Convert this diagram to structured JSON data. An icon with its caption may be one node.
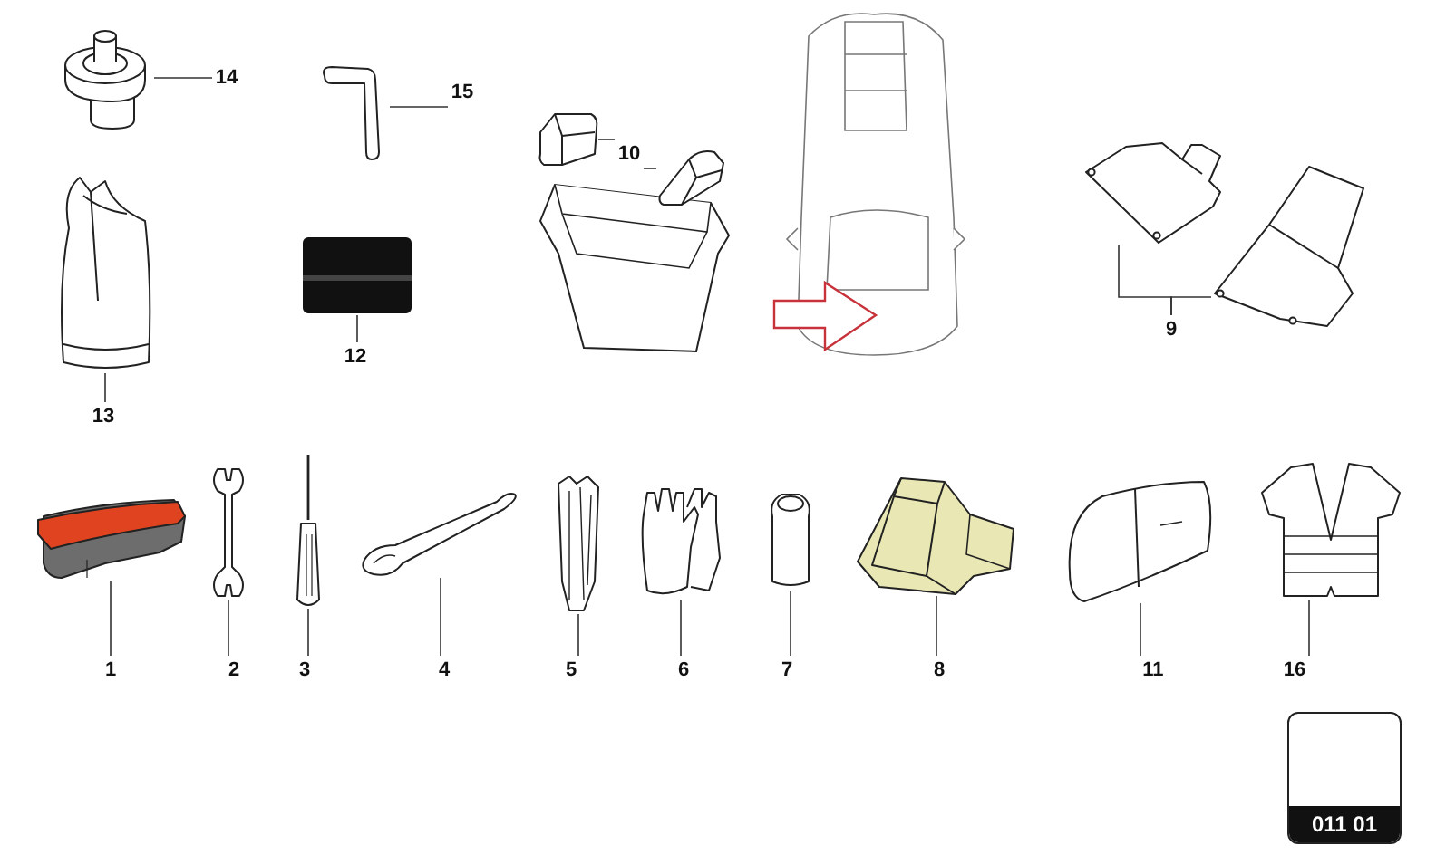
{
  "diagram": {
    "nodes": [
      {
        "text": [
          "14"
        ]
      },
      {
        "text": [],
        "shape": "picture"
      },
      {
        "text": [
          "15"
        ]
      },
      {
        "text": [],
        "shape": "picture"
      },
      {
        "text": [
          "10"
        ]
      },
      {
        "text": [],
        "shape": "picture"
      },
      {
        "text": [],
        "shape": "picture"
      },
      {
        "text": [
          "9"
        ]
      },
      {
        "text": [],
        "shape": "picture"
      },
      {
        "text": [],
        "shape": "picture"
      },
      {
        "text": [
          "13"
        ]
      },
      {
        "text": [],
        "shape": "picture"
      },
      {
        "text": [
          "12"
        ]
      },
      {
        "text": [],
        "shape": "picture"
      },
      {
        "text": [
          "1"
        ]
      },
      {
        "text": [],
        "shape": "picture"
      },
      {
        "text": [
          "2"
        ]
      },
      {
        "text": [],
        "shape": "picture"
      },
      {
        "text": [
          "3"
        ]
      },
      {
        "text": [],
        "shape": "picture"
      },
      {
        "text": [
          "4"
        ]
      },
      {
        "text": [],
        "shape": "picture"
      },
      {
        "text": [
          "5"
        ]
      },
      {
        "text": [],
        "shape": "picture"
      },
      {
        "text": [
          "6"
        ]
      },
      {
        "text": [],
        "shape": "picture"
      },
      {
        "text": [
          "7"
        ]
      },
      {
        "text": [],
        "shape": "picture"
      },
      {
        "text": [
          "8"
        ]
      },
      {
        "text": [],
        "shape": "picture"
      },
      {
        "text": [
          "11"
        ]
      },
      {
        "text": [],
        "shape": "picture"
      },
      {
        "text": [
          "16"
        ]
      },
      {
        "text": [],
        "shape": "picture"
      },
      {
        "text": [
          "011 01"
        ]
      }
    ],
    "edges": [
      {
        "from": 0,
        "to": 1,
        "arrow": "none"
      },
      {
        "from": 2,
        "to": 3,
        "arrow": "none"
      },
      {
        "from": 4,
        "to": 5,
        "arrow": "none"
      },
      {
        "from": 4,
        "to": 6,
        "arrow": "none"
      },
      {
        "from": 7,
        "to": 8,
        "arrow": "none"
      },
      {
        "from": 7,
        "to": 9,
        "arrow": "none"
      },
      {
        "from": 10,
        "to": 11,
        "arrow": "none"
      },
      {
        "from": 12,
        "to": 13,
        "arrow": "none"
      },
      {
        "from": 14,
        "to": 15,
        "arrow": "none"
      },
      {
        "from": 16,
        "to": 17,
        "arrow": "none"
      },
      {
        "from": 18,
        "to": 19,
        "arrow": "none"
      },
      {
        "from": 20,
        "to": 21,
        "arrow": "none"
      },
      {
        "from": 22,
        "to": 23,
        "arrow": "none"
      },
      {
        "from": 24,
        "to": 25,
        "arrow": "none"
      },
      {
        "from": 26,
        "to": 27,
        "arrow": "none"
      },
      {
        "from": 28,
        "to": 29,
        "arrow": "none"
      },
      {
        "from": 30,
        "to": 31,
        "arrow": "none"
      },
      {
        "from": 32,
        "to": 33,
        "arrow": "none"
      }
    ]
  }
}
